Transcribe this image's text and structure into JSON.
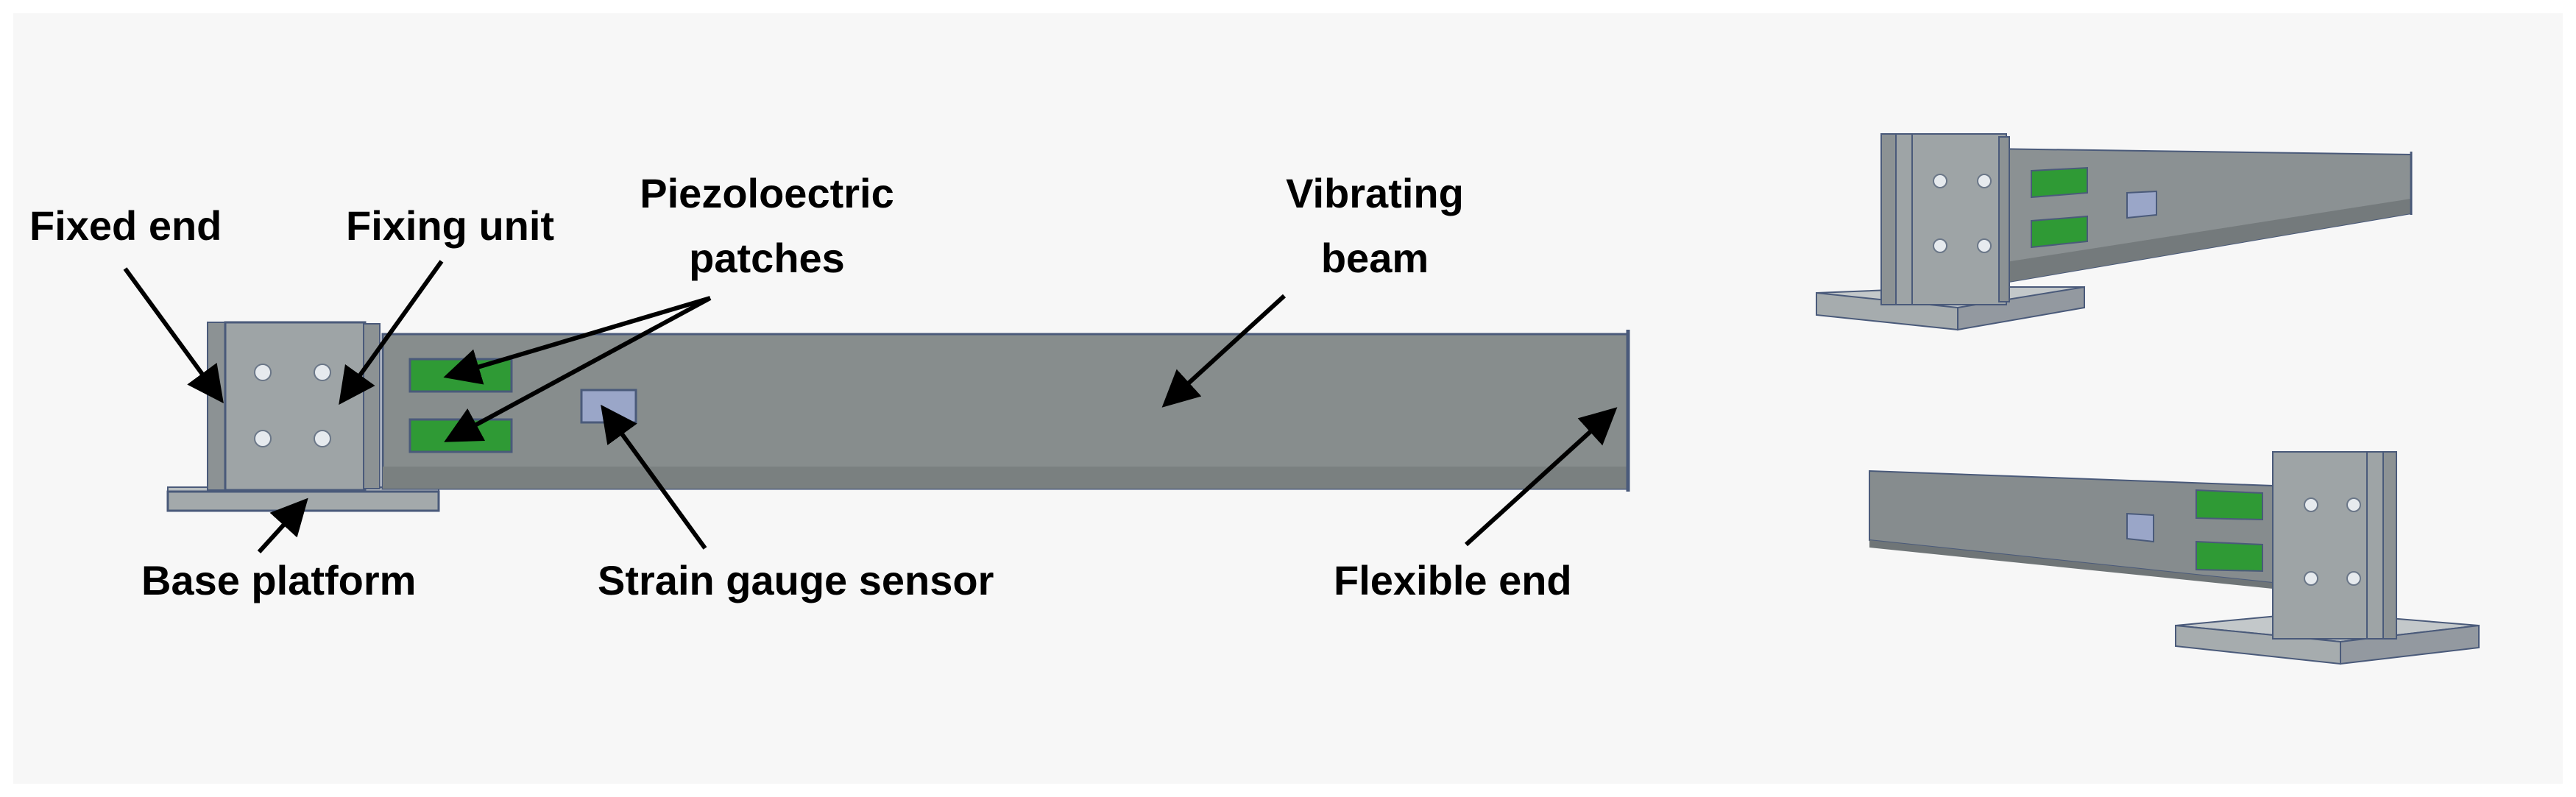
{
  "labels": {
    "fixed_end": "Fixed end",
    "fixing_unit": "Fixing unit",
    "piezo_line1": "Piezoloectric",
    "piezo_line2": "patches",
    "vibrating_line1": "Vibrating",
    "vibrating_line2": "beam",
    "base_platform": "Base platform",
    "strain_gauge": "Strain gauge sensor",
    "flexible_end": "Flexible end"
  },
  "colors": {
    "background": "#f7f7f7",
    "beam": "#878d8d",
    "beam_shadow": "#777d7d",
    "plate": "#9ea4a6",
    "edge": "#4a5a7a",
    "patch": "#2f9a35",
    "sensor": "#9aa6c8",
    "arrow": "#000000"
  }
}
